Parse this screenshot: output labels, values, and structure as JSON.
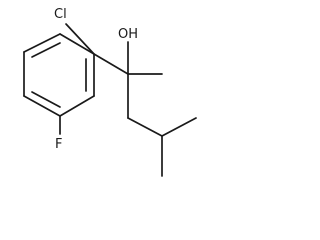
{
  "structure": {
    "atoms": {
      "chlorine": "Cl",
      "hydroxyl": "OH",
      "fluorine": "F"
    }
  },
  "colors": {
    "bond": "#1a1a1a",
    "background": "#ffffff"
  }
}
